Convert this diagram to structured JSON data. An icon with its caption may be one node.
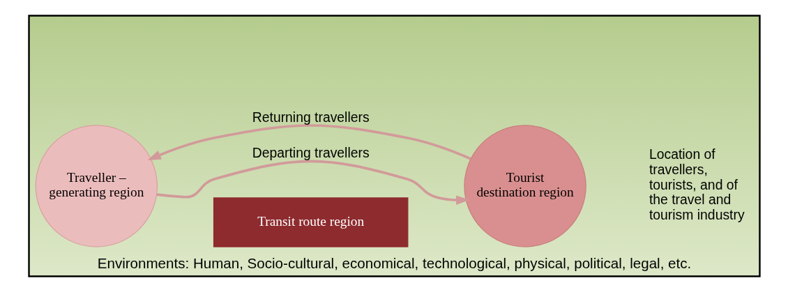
{
  "diagram": {
    "nodes": [
      {
        "text": [
          "Environments: Human, Socio-cultural, economical, technological, physical, political, legal, etc."
        ]
      },
      {
        "text": [
          "Traveller – generating region"
        ],
        "in": 0
      },
      {
        "text": [
          "Transit route region"
        ],
        "in": 0
      },
      {
        "text": [
          "Tourist destination region"
        ],
        "in": 0
      }
    ],
    "edges": [
      {
        "from": 1,
        "to": 3,
        "arrow": "to",
        "label": "Departing travellers"
      },
      {
        "from": 3,
        "to": 1,
        "arrow": "to",
        "label": "Returning travellers"
      }
    ],
    "labels": [
      "Location of travellers, tourists, and of the travel and tourism industry"
    ]
  }
}
